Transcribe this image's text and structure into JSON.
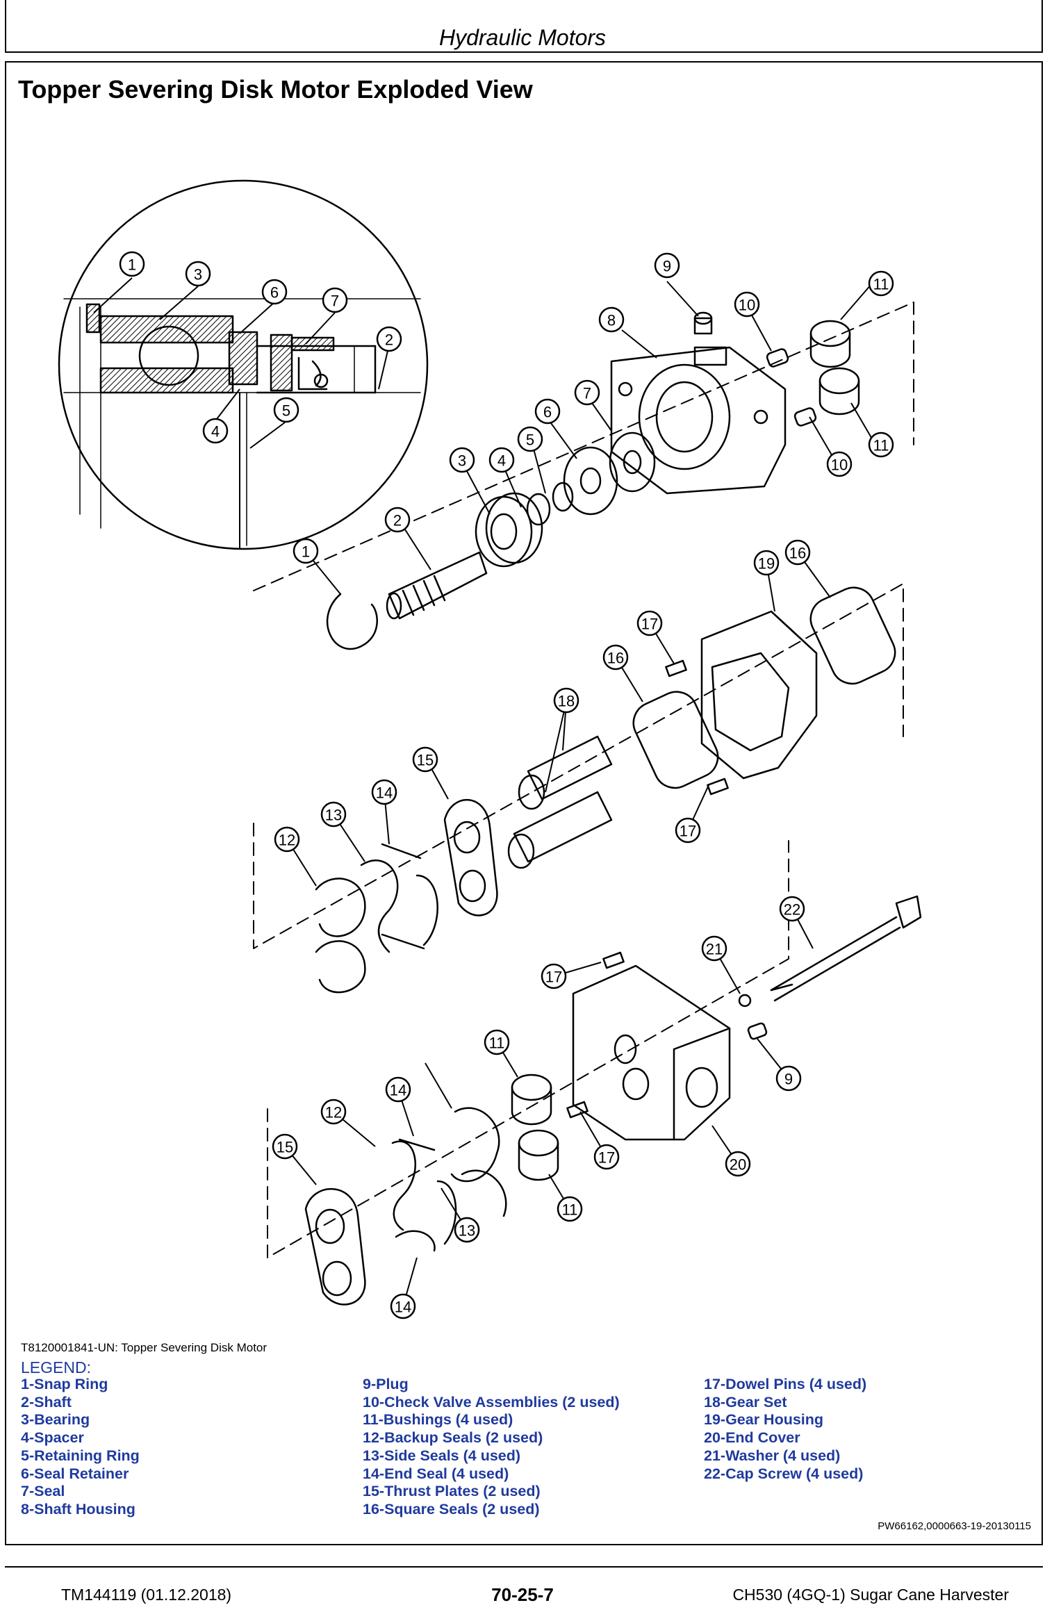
{
  "header": {
    "title": "Hydraulic Motors"
  },
  "page_title": "Topper Severing Disk Motor Exploded View",
  "figure": {
    "caption": "T8120001841-UN: Topper Severing Disk Motor",
    "legend_title": "LEGEND:",
    "legend": [
      [
        "1-Snap Ring",
        "2-Shaft",
        "3-Bearing",
        "4-Spacer",
        "5-Retaining Ring",
        "6-Seal Retainer",
        "7-Seal",
        "8-Shaft Housing"
      ],
      [
        "9-Plug",
        "10-Check Valve Assemblies (2 used)",
        "11-Bushings (4 used)",
        "12-Backup Seals (2 used)",
        "13-Side Seals (4 used)",
        "14-End Seal (4 used)",
        "15-Thrust Plates (2 used)",
        "16-Square Seals (2 used)"
      ],
      [
        "17-Dowel Pins (4 used)",
        "18-Gear Set",
        "19-Gear Housing",
        "20-End Cover",
        "21-Washer (4 used)",
        "22-Cap Screw (4 used)"
      ]
    ],
    "callouts": [
      "1",
      "3",
      "6",
      "7",
      "2",
      "4",
      "5",
      "9",
      "8",
      "11",
      "10",
      "11",
      "10",
      "7",
      "6",
      "5",
      "4",
      "3",
      "2",
      "1",
      "19",
      "16",
      "17",
      "16",
      "18",
      "15",
      "14",
      "13",
      "12",
      "17",
      "22",
      "21",
      "17",
      "9",
      "11",
      "12",
      "14",
      "13",
      "15",
      "17",
      "20",
      "11",
      "13",
      "14"
    ]
  },
  "reference_id": "PW66162,0000663-19-20130115",
  "footer": {
    "left": "TM144119 (01.12.2018)",
    "center": "70-25-7",
    "right": "CH530 (4GQ-1) Sugar Cane Harvester"
  }
}
